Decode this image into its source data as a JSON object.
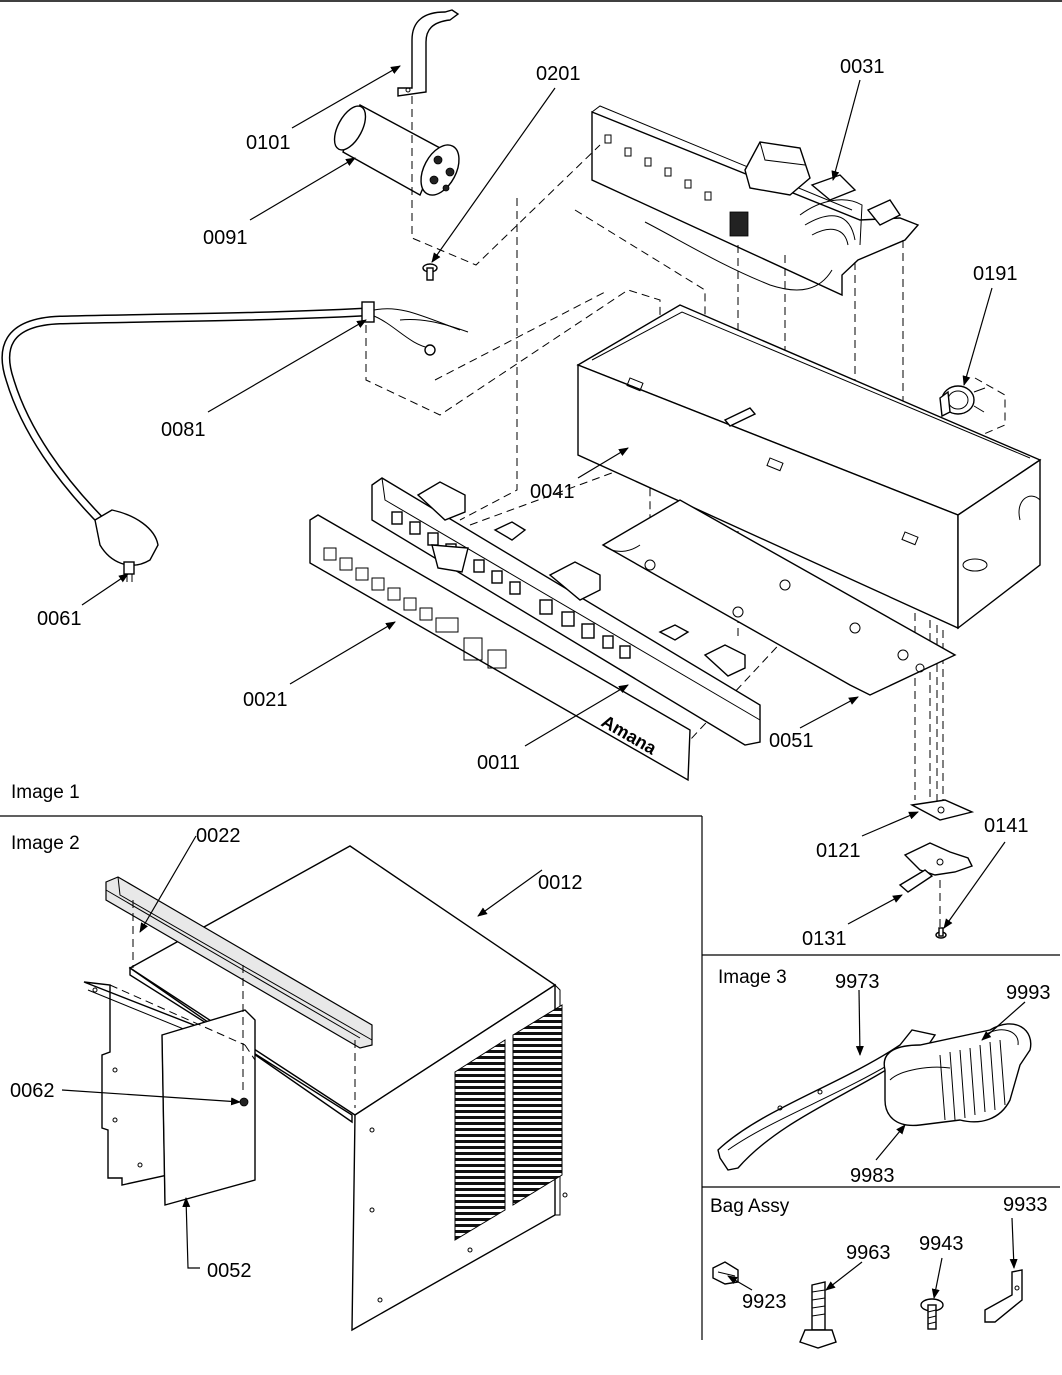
{
  "sections": {
    "image1": "Image 1",
    "image2": "Image 2",
    "image3": "Image 3",
    "bag": "Bag Assy"
  },
  "brand": {
    "logo_text": "Amana"
  },
  "labels": {
    "p0101": "0101",
    "p0201": "0201",
    "p0031": "0031",
    "p0091": "0091",
    "p0191": "0191",
    "p0081": "0081",
    "p0041": "0041",
    "p0061": "0061",
    "p0021": "0021",
    "p0051": "0051",
    "p0011": "0011",
    "p0121": "0121",
    "p0141": "0141",
    "p0131": "0131",
    "p0022": "0022",
    "p0012": "0012",
    "p0062": "0062",
    "p0052": "0052",
    "p9973": "9973",
    "p9993": "9993",
    "p9983": "9983",
    "p9923": "9923",
    "p9963": "9963",
    "p9943": "9943",
    "p9933": "9933"
  }
}
